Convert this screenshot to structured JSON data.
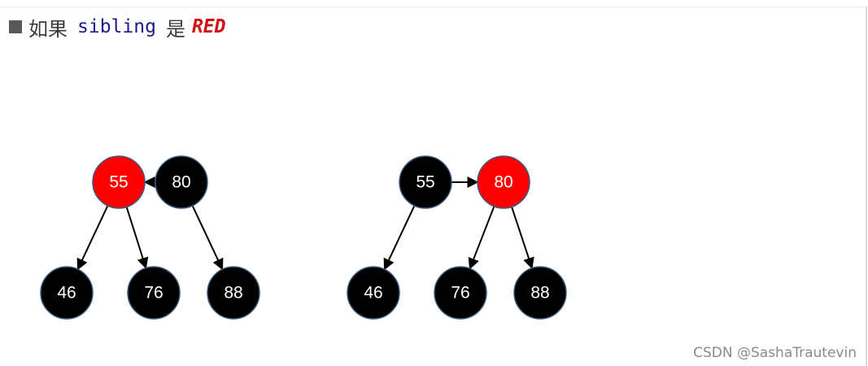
{
  "heading": {
    "prefix": "如果",
    "code": "sibling",
    "verb": "是",
    "emphasis": "RED"
  },
  "colors": {
    "red_node": "#ff0000",
    "black_node": "#000000",
    "node_border": "#3d5a80",
    "emphasis": "#d01010"
  },
  "diagrams": [
    {
      "name": "before",
      "nodes": [
        {
          "id": "55",
          "label": "55",
          "color": "red"
        },
        {
          "id": "80",
          "label": "80",
          "color": "black"
        },
        {
          "id": "46",
          "label": "46",
          "color": "black"
        },
        {
          "id": "76",
          "label": "76",
          "color": "black"
        },
        {
          "id": "88",
          "label": "88",
          "color": "black"
        }
      ],
      "edges": [
        {
          "from": "80",
          "to": "55"
        },
        {
          "from": "55",
          "to": "46"
        },
        {
          "from": "55",
          "to": "76"
        },
        {
          "from": "80",
          "to": "88"
        }
      ]
    },
    {
      "name": "after",
      "nodes": [
        {
          "id": "55",
          "label": "55",
          "color": "black"
        },
        {
          "id": "80",
          "label": "80",
          "color": "red"
        },
        {
          "id": "46",
          "label": "46",
          "color": "black"
        },
        {
          "id": "76",
          "label": "76",
          "color": "black"
        },
        {
          "id": "88",
          "label": "88",
          "color": "black"
        }
      ],
      "edges": [
        {
          "from": "55",
          "to": "80"
        },
        {
          "from": "55",
          "to": "46"
        },
        {
          "from": "80",
          "to": "76"
        },
        {
          "from": "80",
          "to": "88"
        }
      ]
    }
  ],
  "watermark": "CSDN @SashaTrautevin"
}
